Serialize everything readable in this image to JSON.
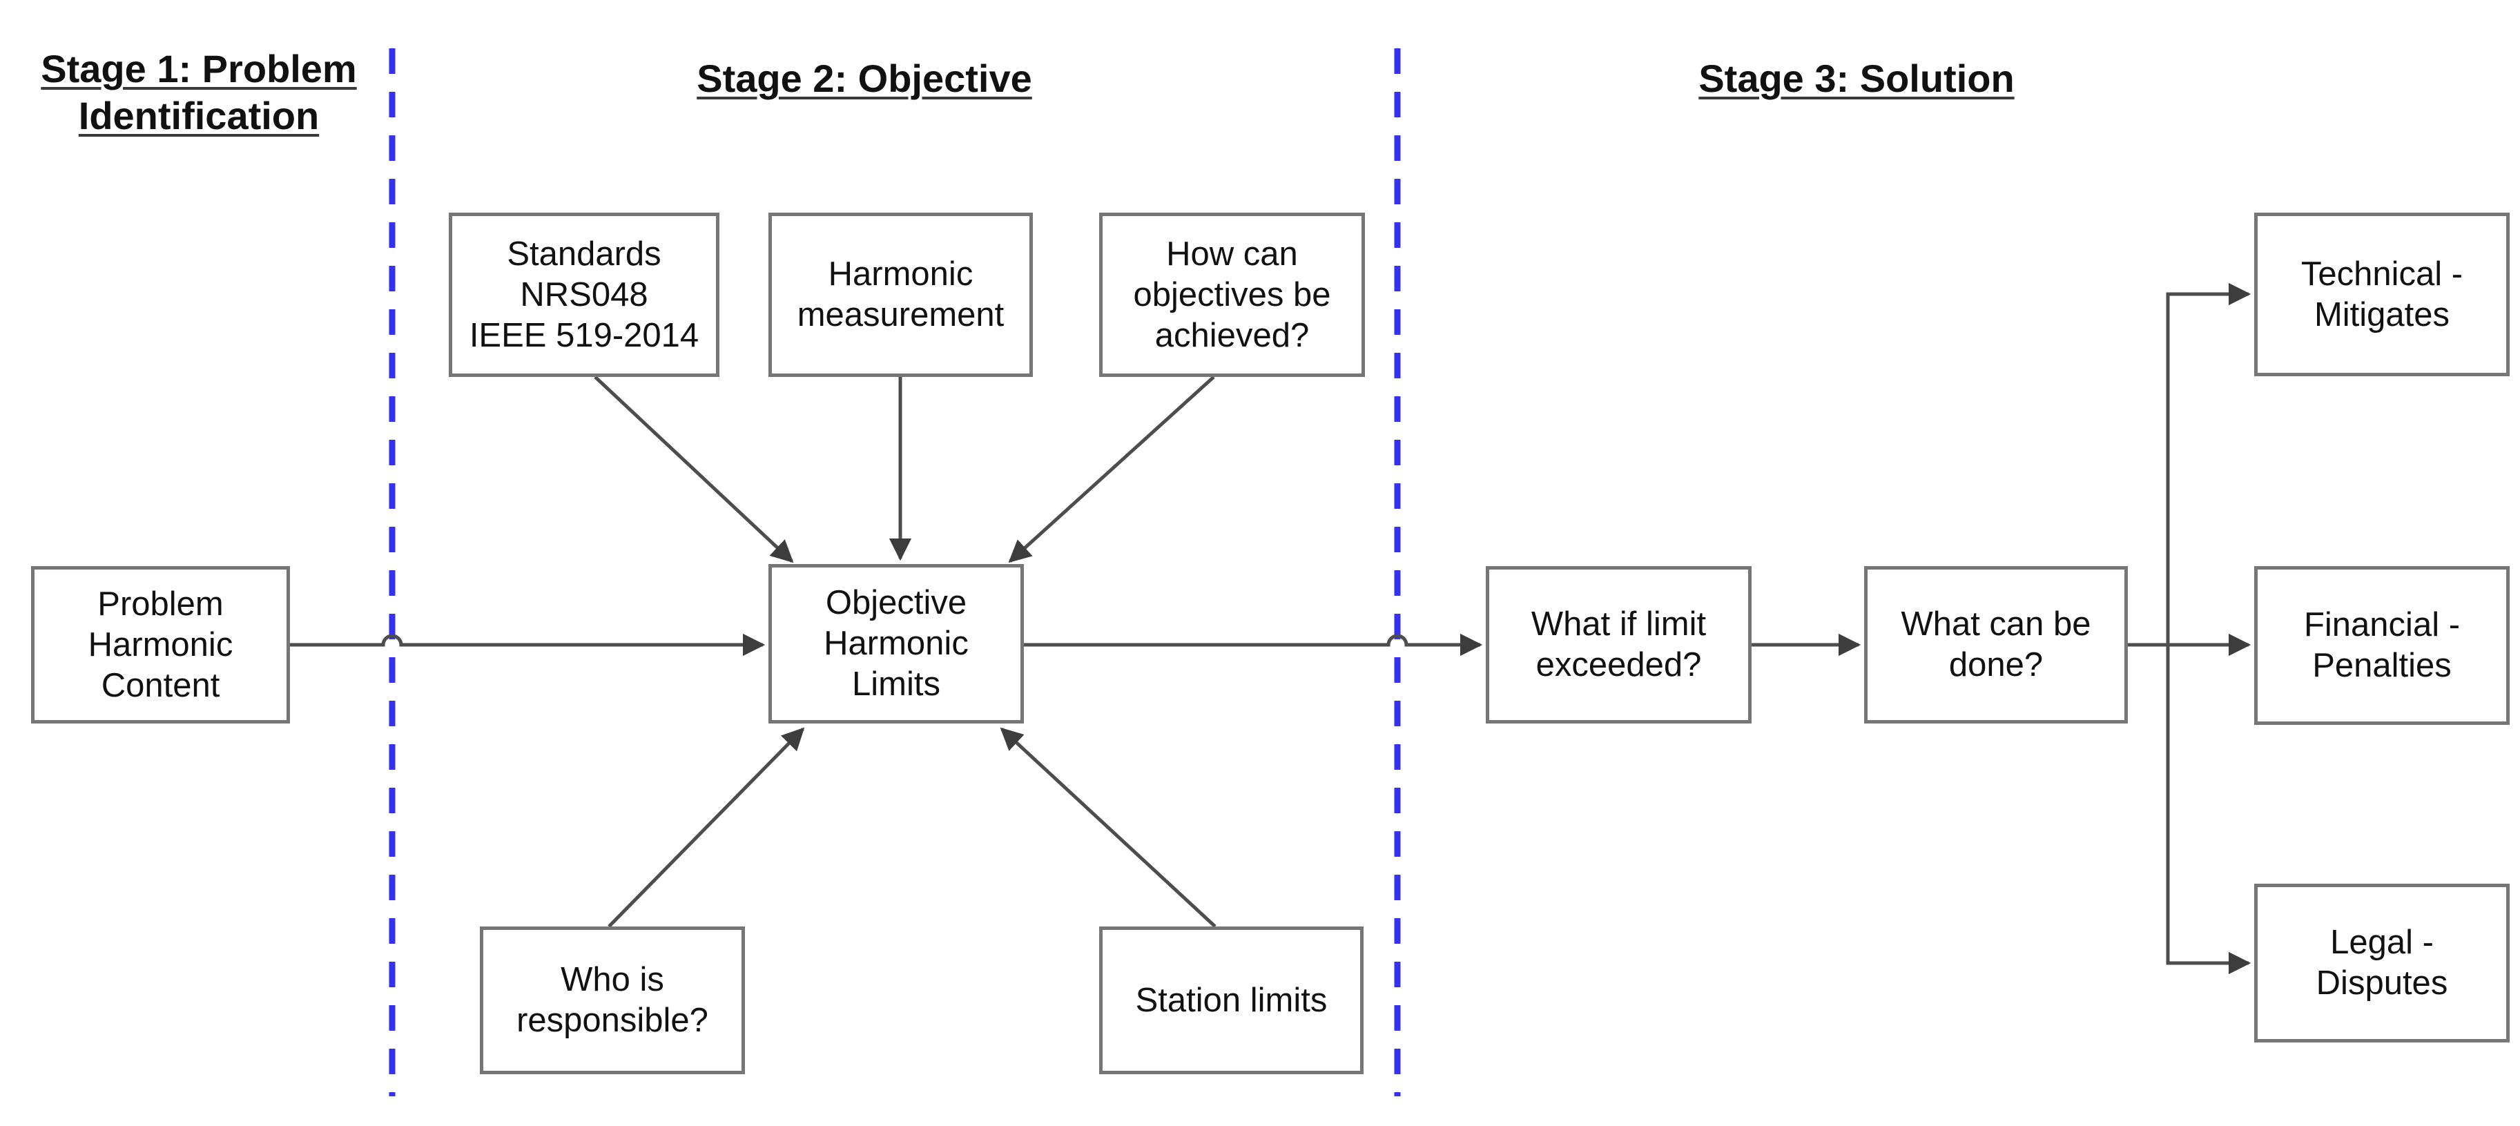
{
  "stages": [
    {
      "id": "stage-1",
      "lines": [
        "Stage 1: Problem",
        "Identification"
      ]
    },
    {
      "id": "stage-2",
      "lines": [
        "Stage 2: Objective"
      ]
    },
    {
      "id": "stage-3",
      "lines": [
        "Stage 3: Solution"
      ]
    }
  ],
  "boxes": {
    "problem": {
      "lines": [
        "Problem",
        "Harmonic",
        "Content"
      ]
    },
    "standards": {
      "lines": [
        "Standards",
        "NRS048",
        "IEEE 519-2014"
      ]
    },
    "measurement": {
      "lines": [
        "Harmonic",
        "measurement"
      ]
    },
    "how_achieved": {
      "lines": [
        "How can",
        "objectives be",
        "achieved?"
      ]
    },
    "objective": {
      "lines": [
        "Objective",
        "Harmonic",
        "Limits"
      ]
    },
    "who": {
      "lines": [
        "Who is",
        "responsible?"
      ]
    },
    "station": {
      "lines": [
        "Station limits"
      ]
    },
    "what_if": {
      "lines": [
        "What if limit",
        "exceeded?"
      ]
    },
    "what_can": {
      "lines": [
        "What can be",
        "done?"
      ]
    },
    "technical": {
      "lines": [
        "Technical -",
        "Mitigates"
      ]
    },
    "financial": {
      "lines": [
        "Financial -",
        "Penalties"
      ]
    },
    "legal": {
      "lines": [
        "Legal -",
        "Disputes"
      ]
    }
  },
  "edges": [
    {
      "from": "problem",
      "to": "objective"
    },
    {
      "from": "standards",
      "to": "objective"
    },
    {
      "from": "measurement",
      "to": "objective"
    },
    {
      "from": "how_achieved",
      "to": "objective"
    },
    {
      "from": "who",
      "to": "objective"
    },
    {
      "from": "station",
      "to": "objective"
    },
    {
      "from": "objective",
      "to": "what_if"
    },
    {
      "from": "what_if",
      "to": "what_can"
    },
    {
      "from": "what_can",
      "to": "technical"
    },
    {
      "from": "what_can",
      "to": "financial"
    },
    {
      "from": "what_can",
      "to": "legal"
    }
  ],
  "colors": {
    "divider_blue": "#3232f0",
    "connector_gray": "#4d4d4d",
    "arrowhead_gray": "#3d3d3d",
    "box_border_gray": "#767676",
    "heading_text": "#111111",
    "box_text": "#111111"
  }
}
